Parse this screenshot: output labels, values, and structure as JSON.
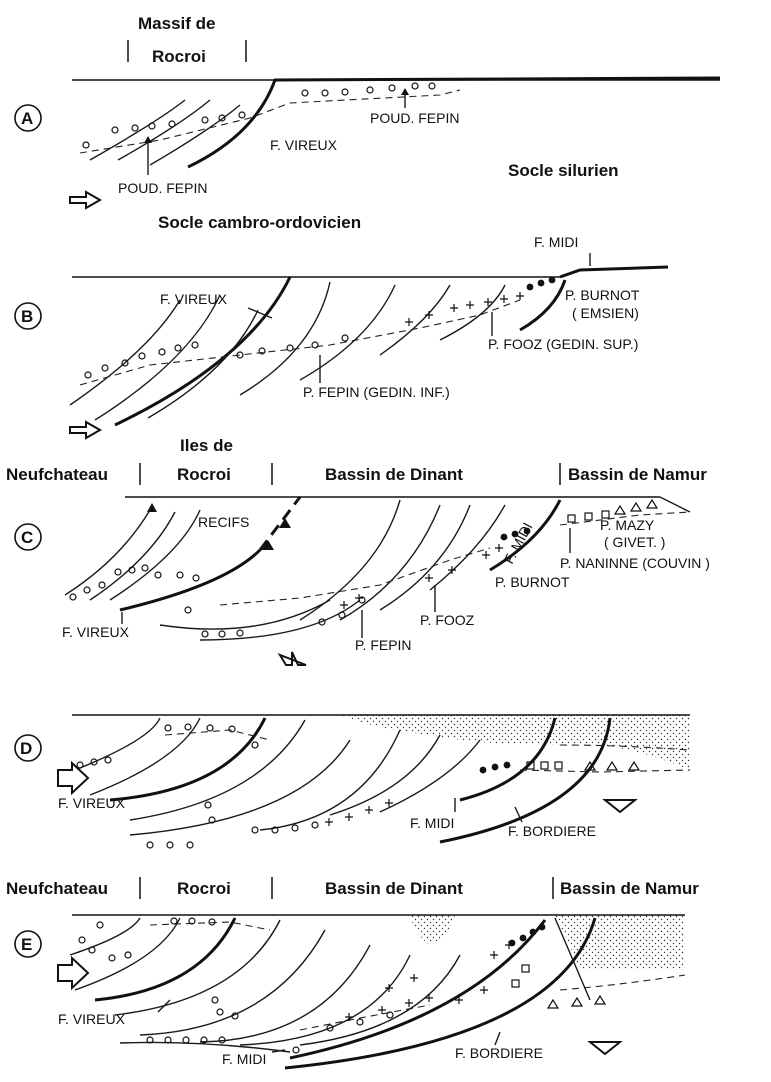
{
  "panels": {
    "A": {
      "letter": "A",
      "header_massif": "Massif de",
      "header_rocroi": "Rocroi",
      "f_vireux": "F. VIREUX",
      "poud_fepin_right": "POUD. FEPIN",
      "poud_fepin_left": "POUD. FEPIN",
      "socle_silurien": "Socle silurien",
      "socle_cambro": "Socle cambro-ordovicien"
    },
    "B": {
      "letter": "B",
      "f_midi": "F. MIDI",
      "f_vireux": "F. VIREUX",
      "p_burnot": "P. BURNOT",
      "emsien": "( EMSIEN)",
      "p_fooz": "P. FOOZ (GEDIN. SUP.)",
      "p_fepin": "P.  FEPIN  (GEDIN. INF.)"
    },
    "C": {
      "letter": "C",
      "hdr_neufchateau": "Neufchateau",
      "hdr_iles": "Iles de",
      "hdr_rocroi": "Rocroi",
      "hdr_dinant": "Bassin de Dinant",
      "hdr_namur": "Bassin de Namur",
      "recifs": "RECIFS",
      "f_midi": "F. MIDI",
      "p_mazy": "P. MAZY",
      "givet": "( GIVET. )",
      "p_naninne": "P. NANINNE (COUVIN )",
      "p_burnot": "P. BURNOT",
      "p_fooz": "P. FOOZ",
      "p_fepin": "P. FEPIN",
      "f_vireux": "F. VIREUX"
    },
    "D": {
      "letter": "D",
      "f_vireux": "F. VIREUX",
      "f_midi": "F. MIDI",
      "f_bordiere": "F. BORDIERE"
    },
    "E": {
      "letter": "E",
      "hdr_neufchateau": "Neufchateau",
      "hdr_rocroi": "Rocroi",
      "hdr_dinant": "Bassin de Dinant",
      "hdr_namur": "Bassin de Namur",
      "f_vireux": "F. VIREUX",
      "f_midi": "F. MIDI",
      "f_bordiere": "F. BORDIERE"
    }
  }
}
